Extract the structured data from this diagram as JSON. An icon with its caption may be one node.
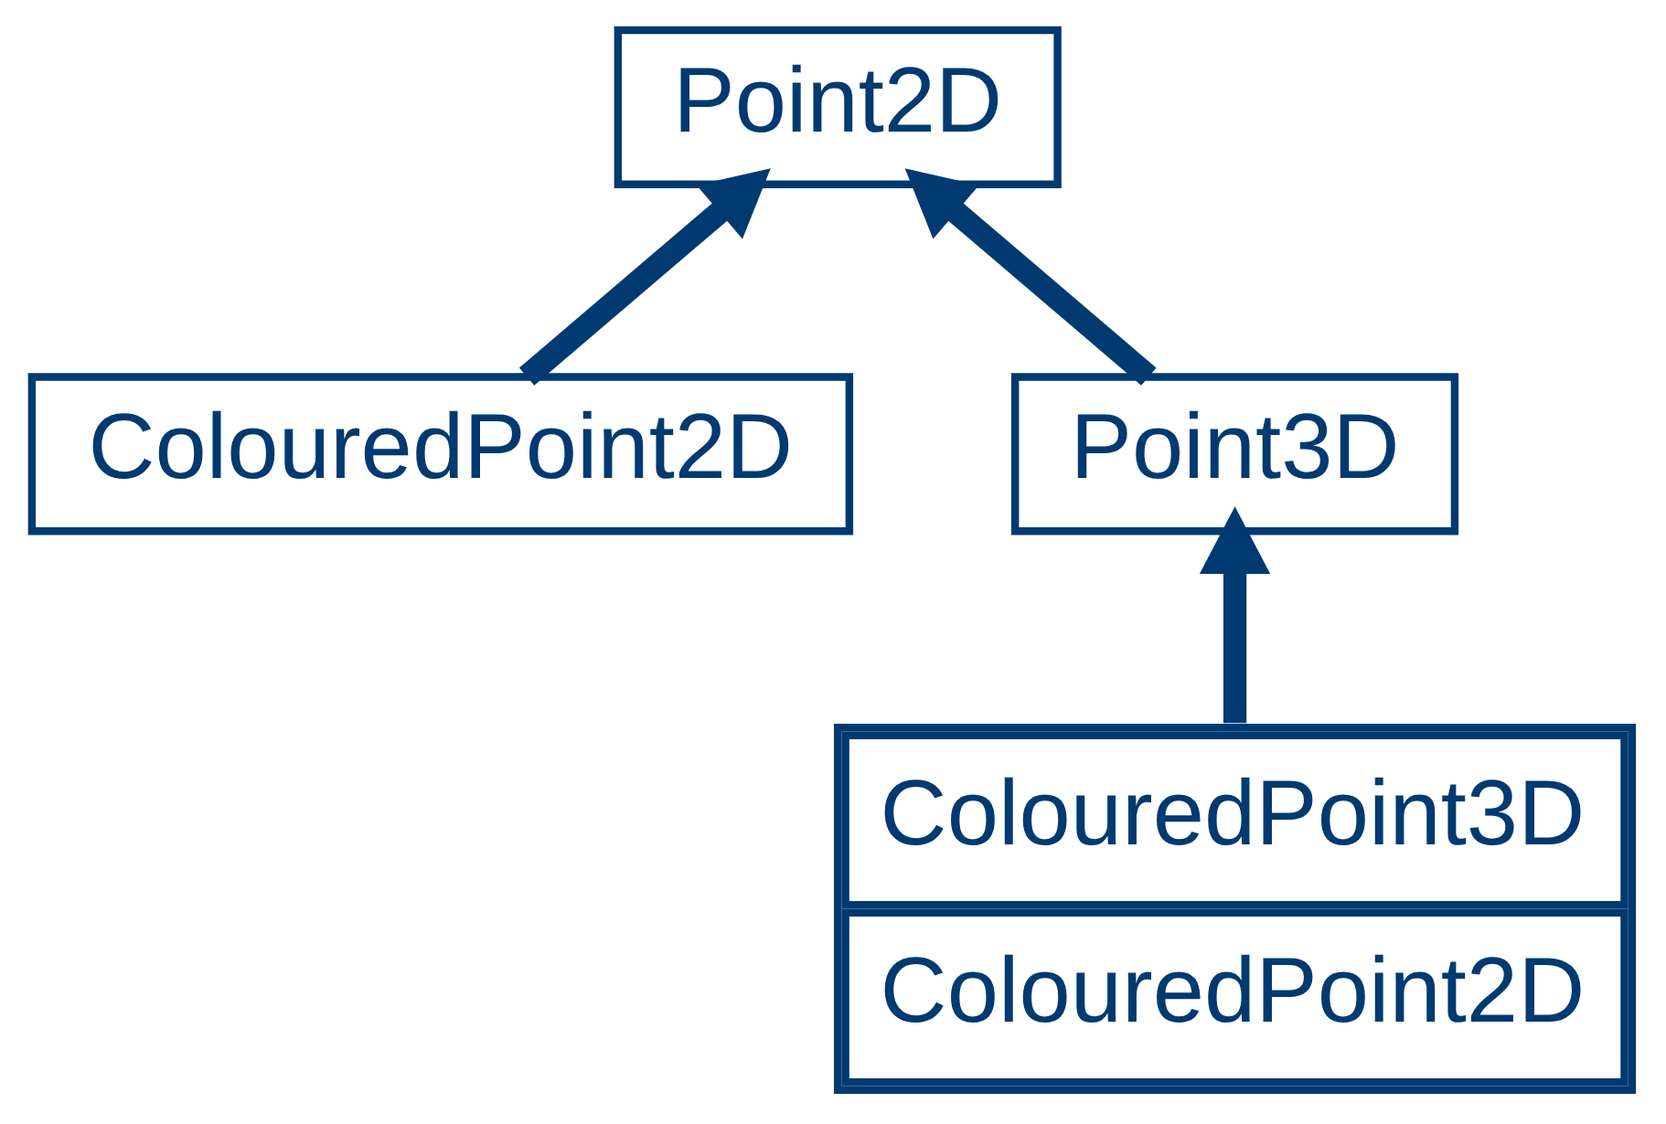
{
  "diagram": {
    "nodes": [
      {
        "text": [
          "Point2D"
        ]
      },
      {
        "text": [
          "ColouredPoint2D"
        ]
      },
      {
        "text": [
          "Point3D"
        ]
      },
      {
        "text": [
          "ColouredPoint3D",
          "ColouredPoint2D"
        ]
      }
    ],
    "edges": [
      {
        "from": 1,
        "to": 0,
        "arrow": "to"
      },
      {
        "from": 2,
        "to": 0,
        "arrow": "to"
      },
      {
        "from": 3,
        "to": 2,
        "arrow": "to"
      }
    ]
  }
}
